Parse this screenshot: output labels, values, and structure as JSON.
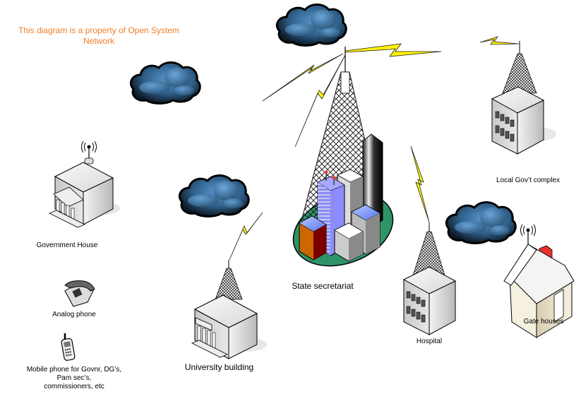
{
  "diagram": {
    "title_line1": "This diagram is a property of Open System",
    "title_line2": "Network",
    "title_color": "#F07F2A",
    "colors": {
      "cloud_light": "#4A86C0",
      "cloud_dark": "#0E1A26",
      "bolt": "#FFF200",
      "plaza_ground": "#2E9468",
      "blue_tower": "#8C8CFF",
      "orange_block": "#CC6600",
      "maroon_block": "#7A0000",
      "chimney": "#E83030",
      "house_wall": "#F2EAD6"
    },
    "nodes": [
      {
        "id": "state-secretariat",
        "label": "State secretariat",
        "icon": "city-tower-icon"
      },
      {
        "id": "local-govt",
        "label": "Local Gov’t complex",
        "icon": "office-building-tower-icon"
      },
      {
        "id": "government-house",
        "label": "Government House",
        "icon": "government-building-icon"
      },
      {
        "id": "university",
        "label": "University building",
        "icon": "university-building-tower-icon"
      },
      {
        "id": "hospital",
        "label": "Hospital",
        "icon": "office-building-tower-icon"
      },
      {
        "id": "gate-houses",
        "label": "Gate houses",
        "icon": "house-antenna-icon"
      },
      {
        "id": "analog-phone",
        "label": "Analog phone",
        "icon": "telephone-icon"
      },
      {
        "id": "mobile-phone",
        "label_lines": [
          "Mobile phone for Govnr,  DG’s,",
          "Pam sec’s,",
          "commissioners, etc"
        ],
        "icon": "mobile-phone-icon"
      }
    ],
    "links": [
      {
        "from": "state-secretariat",
        "to": "cloud-top-left",
        "type": "wireless"
      },
      {
        "from": "state-secretariat",
        "to": "cloud-mid-left",
        "type": "wireless"
      },
      {
        "from": "state-secretariat",
        "to": "local-govt",
        "type": "wireless"
      },
      {
        "from": "state-secretariat",
        "to": "hospital",
        "type": "wireless"
      },
      {
        "from": "university",
        "to": "cloud-center-left",
        "type": "wireless"
      }
    ],
    "clouds": [
      "cloud-top-center",
      "cloud-top-left",
      "cloud-center-left",
      "cloud-right"
    ]
  }
}
